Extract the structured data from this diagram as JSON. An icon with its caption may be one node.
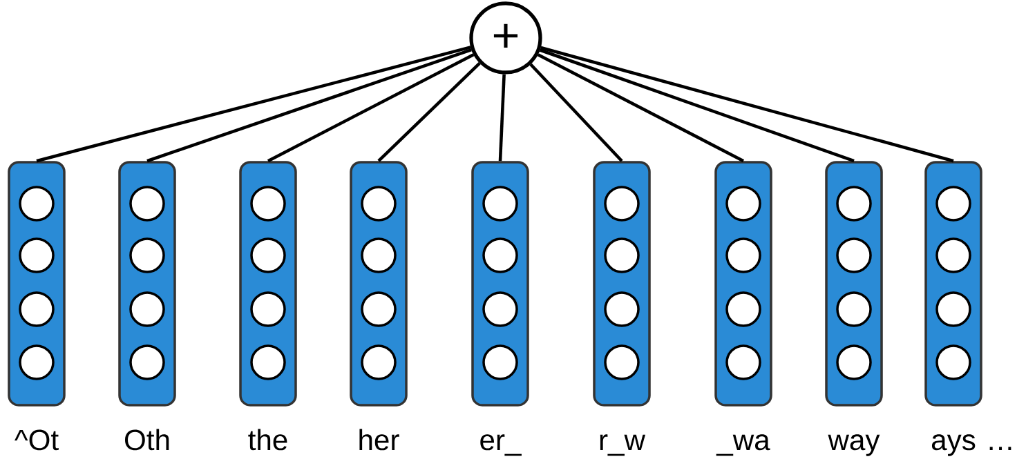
{
  "diagram": {
    "nodes": [
      {
        "text": [
          "+"
        ]
      },
      {
        "text": [],
        "shape": "bar",
        "beside": [
          "^Ot"
        ]
      },
      {
        "text": [],
        "shape": "bar",
        "beside": [
          "Oth"
        ]
      },
      {
        "text": [],
        "shape": "bar",
        "beside": [
          "the"
        ]
      },
      {
        "text": [],
        "shape": "bar",
        "beside": [
          "her"
        ]
      },
      {
        "text": [],
        "shape": "bar",
        "beside": [
          "er_"
        ]
      },
      {
        "text": [],
        "shape": "bar",
        "beside": [
          "r_w"
        ]
      },
      {
        "text": [],
        "shape": "bar",
        "beside": [
          "_wa"
        ]
      },
      {
        "text": [],
        "shape": "bar",
        "beside": [
          "way"
        ]
      },
      {
        "text": [],
        "shape": "bar",
        "beside": [
          "ays"
        ]
      }
    ],
    "edges": [
      {
        "from": 1,
        "to": 0,
        "arrow": "none"
      },
      {
        "from": 2,
        "to": 0,
        "arrow": "none"
      },
      {
        "from": 3,
        "to": 0,
        "arrow": "none"
      },
      {
        "from": 4,
        "to": 0,
        "arrow": "none"
      },
      {
        "from": 5,
        "to": 0,
        "arrow": "none"
      },
      {
        "from": 6,
        "to": 0,
        "arrow": "none"
      },
      {
        "from": 7,
        "to": 0,
        "arrow": "none"
      },
      {
        "from": 8,
        "to": 0,
        "arrow": "none"
      },
      {
        "from": 9,
        "to": 0,
        "arrow": "none"
      }
    ],
    "labels": [
      "…"
    ]
  }
}
